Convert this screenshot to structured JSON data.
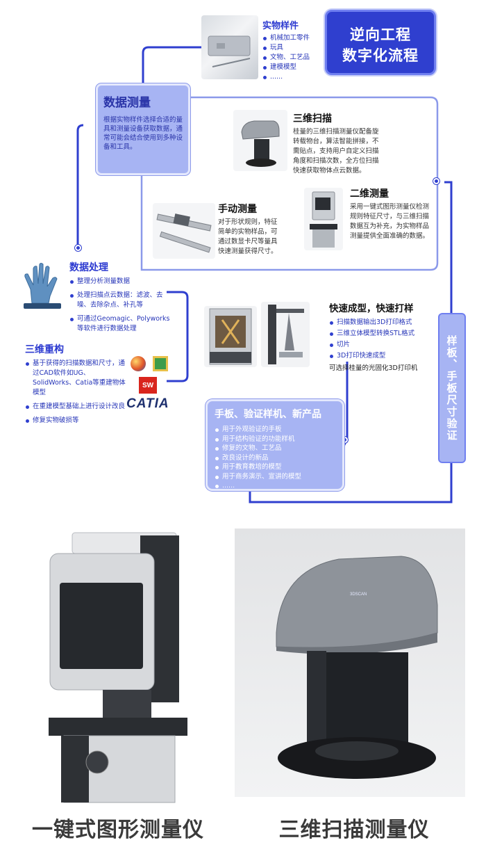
{
  "title": {
    "line1": "逆向工程",
    "line2": "数字化流程"
  },
  "sample": {
    "title": "实物样件",
    "items": [
      "机械加工零件",
      "玩具",
      "文物、工艺品",
      "建模模型",
      "......"
    ]
  },
  "measure": {
    "title": "数据测量",
    "desc": "根据实物样件选择合适的量具和测量设备获取数据，通常可能会结合使用到多种设备和工具。"
  },
  "scan3d": {
    "title": "三维扫描",
    "desc": "桂量的三维扫描测量仪配备旋转载物台，算法智能拼接，不需贴点，支持用户自定义扫描角度和扫描次数，全方位扫描快速获取物体点云数据。"
  },
  "measure2d": {
    "title": "二维测量",
    "desc": "采用一键式图形测量仪检测规则特征尺寸，与三维扫描数据互为补充，为实物样品测量提供全面准确的数据。"
  },
  "manual": {
    "title": "手动测量",
    "desc": "对于形状规则，特征简单的实物样品，可通过数显卡尺等量具快速测量获得尺寸。"
  },
  "process": {
    "title": "数据处理",
    "items": [
      "整理分析测量数据",
      "处理扫描点云数据：滤波、去噪、去除杂点、补孔等",
      "可通过Geomagic、Polyworks等软件进行数据处理"
    ]
  },
  "rebuild": {
    "title": "三维重构",
    "items": [
      "基于获得的扫描数据和尺寸，通过CAD软件如UG、SolidWorks、Catia等重建物体模型",
      "在重建模型基础上进行设计改良",
      "修复实物破损等"
    ],
    "logo_catia": "CATIA",
    "logo_sw": "SW"
  },
  "rapid": {
    "title": "快速成型，快速打样",
    "items": [
      "扫描数据输出3D打印格式",
      "三维立体模型转换STL格式",
      "切片",
      "3D打印快速成型"
    ],
    "note": "可选择桂量的光固化3D打印机"
  },
  "proto": {
    "title": "手板、验证样机、新产品",
    "items": [
      "用于外观验证的手板",
      "用于结构验证的功能样机",
      "修复的文物、工艺品",
      "改良设计的新品",
      "用于教育教培的模型",
      "用于商务演示、宣讲的模型",
      "......"
    ]
  },
  "verify": {
    "label": "样板、手板尺寸验证"
  },
  "bottom": {
    "left_label": "一键式图形测量仪",
    "right_label": "三维扫描测量仪",
    "scanner_brand": "3DSCAN"
  },
  "colors": {
    "accent": "#2f3fcf",
    "box_fill": "#a7b4f3"
  }
}
